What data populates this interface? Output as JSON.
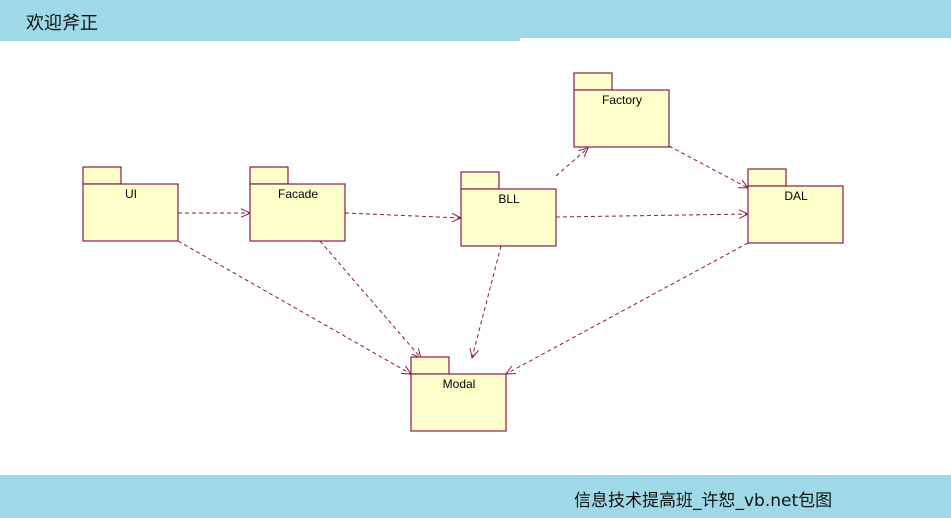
{
  "header": {
    "title": "欢迎斧正"
  },
  "footer": {
    "caption": "信息技术提高班_许恕_vb.net包图"
  },
  "diagram": {
    "packages": [
      {
        "id": "ui",
        "label": "UI"
      },
      {
        "id": "facade",
        "label": "Facade"
      },
      {
        "id": "bll",
        "label": "BLL"
      },
      {
        "id": "factory",
        "label": "Factory"
      },
      {
        "id": "dal",
        "label": "DAL"
      },
      {
        "id": "modal",
        "label": "Modal"
      }
    ],
    "dependencies": [
      {
        "from": "ui",
        "to": "facade"
      },
      {
        "from": "facade",
        "to": "bll"
      },
      {
        "from": "bll",
        "to": "factory"
      },
      {
        "from": "factory",
        "to": "dal"
      },
      {
        "from": "bll",
        "to": "dal"
      },
      {
        "from": "ui",
        "to": "modal"
      },
      {
        "from": "facade",
        "to": "modal"
      },
      {
        "from": "bll",
        "to": "modal"
      },
      {
        "from": "dal",
        "to": "modal"
      }
    ],
    "colors": {
      "package_fill": "#ffffcc",
      "package_stroke": "#8b1a4a",
      "dependency_line": "#8b1a4a",
      "banner": "#9fd9e8"
    }
  }
}
